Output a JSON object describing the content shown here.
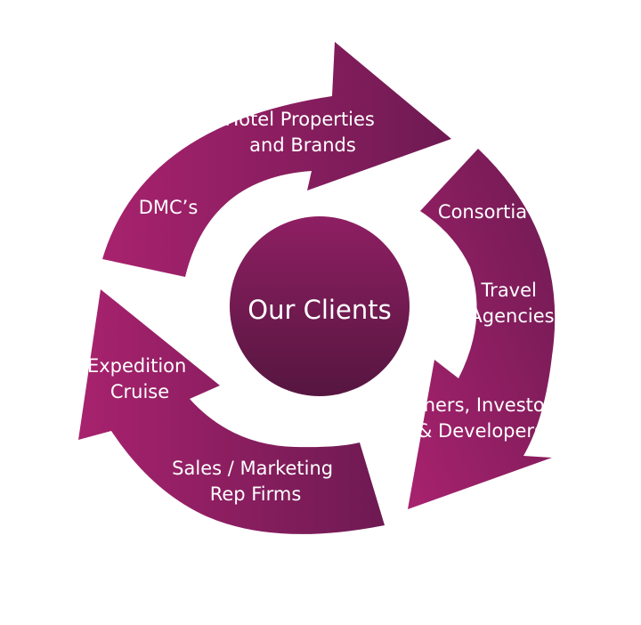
{
  "center": {
    "label": "Our Clients"
  },
  "segments": [
    {
      "lines": [
        "Hotel Properties",
        "and Brands"
      ]
    },
    {
      "lines": [
        "DMC’s"
      ]
    },
    {
      "lines": [
        "Consortia"
      ]
    },
    {
      "lines": [
        "Travel",
        "Agencies"
      ]
    },
    {
      "lines": [
        "Owners, Investors",
        "& Developers"
      ]
    },
    {
      "lines": [
        "Sales / Marketing",
        "Rep Firms"
      ]
    },
    {
      "lines": [
        "Expedition",
        "Cruise"
      ]
    }
  ],
  "colors": {
    "arrow_light": "#a8226e",
    "arrow_dark": "#6e1a52",
    "center_top": "#8e1f62",
    "center_bottom": "#561640",
    "text": "#ffffff"
  }
}
